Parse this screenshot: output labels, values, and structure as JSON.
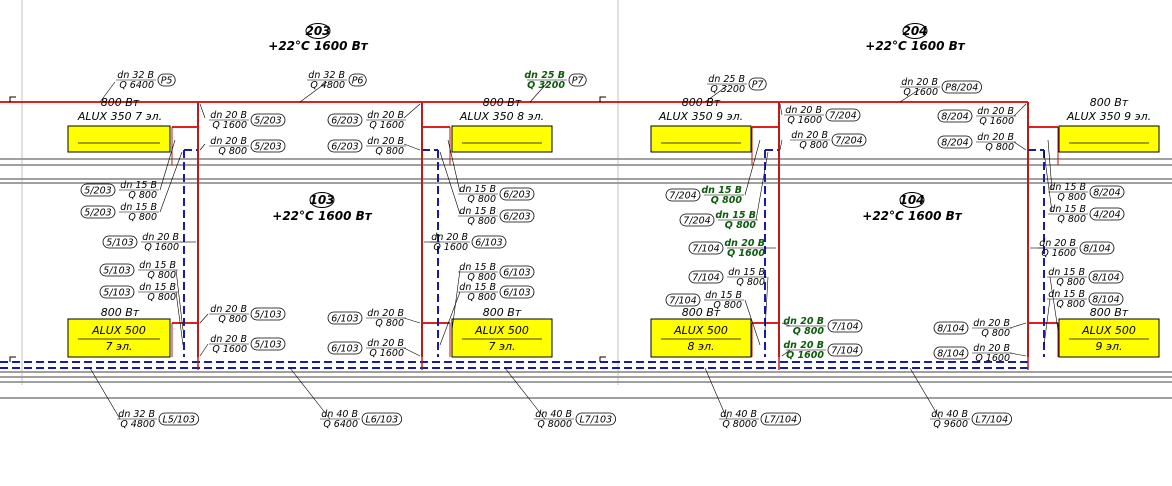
{
  "rooms": [
    {
      "num": "203",
      "spec": "+22°C 1600 Вт"
    },
    {
      "num": "204",
      "spec": "+22°C 1600 Вт"
    },
    {
      "num": "103",
      "spec": "+22°C 1600 Вт"
    },
    {
      "num": "104",
      "spec": "+22°C 1600 Вт"
    }
  ],
  "radiators": [
    {
      "power": "800 Вт",
      "model": "ALUX 350 7 эл.",
      "extra": ""
    },
    {
      "power": "800 Вт",
      "model": "ALUX 350 8 эл.",
      "extra": ""
    },
    {
      "power": "800 Вт",
      "model": "ALUX 350 9 эл.",
      "extra": ""
    },
    {
      "power": "800 Вт",
      "model": "ALUX 350 9 эл.",
      "extra": ""
    },
    {
      "power": "800 Вт",
      "model": "ALUX 500",
      "extra": "7 эл."
    },
    {
      "power": "800 Вт",
      "model": "ALUX 500",
      "extra": "7 эл."
    },
    {
      "power": "800 Вт",
      "model": "ALUX 500",
      "extra": "8 эл."
    },
    {
      "power": "800 Вт",
      "model": "ALUX 500",
      "extra": "9 эл."
    }
  ],
  "pipe_labels": [
    {
      "dn": "dn 32 B",
      "q": "Q 6400",
      "tag": "P5"
    },
    {
      "dn": "dn 32 B",
      "q": "Q 4800",
      "tag": "P6"
    },
    {
      "dn": "dn 25 B",
      "q": "Q 3200",
      "tag": "P7",
      "highlight": true
    },
    {
      "dn": "dn 25 B",
      "q": "Q 3200",
      "tag": "P7"
    },
    {
      "dn": "dn 20 B",
      "q": "Q 1600",
      "tag": "P8/204"
    },
    {
      "dn": "dn 32 B",
      "q": "Q 4800",
      "tag": "L5/103"
    },
    {
      "dn": "dn 40 B",
      "q": "Q 6400",
      "tag": "L6/103"
    },
    {
      "dn": "dn 40 B",
      "q": "Q 8000",
      "tag": "L7/103"
    },
    {
      "dn": "dn 40 B",
      "q": "Q 8000",
      "tag": "L7/104"
    },
    {
      "dn": "dn 40 B",
      "q": "Q 9600",
      "tag": "L7/104"
    }
  ],
  "branch_labels": [
    {
      "dn": "dn 20 B",
      "q": "Q 1600",
      "tag": "5/203"
    },
    {
      "dn": "dn 20 B",
      "q": "Q 800",
      "tag": "5/203"
    },
    {
      "dn": "dn 20 B",
      "q": "Q 1600",
      "tag": "6/203"
    },
    {
      "dn": "dn 20 B",
      "q": "Q 800",
      "tag": "6/203"
    },
    {
      "dn": "dn 15 B",
      "q": "Q 800",
      "tag": "5/203"
    },
    {
      "dn": "dn 15 B",
      "q": "Q 800",
      "tag": "5/203"
    },
    {
      "dn": "dn 15 B",
      "q": "Q 800",
      "tag": "6/203"
    },
    {
      "dn": "dn 15 B",
      "q": "Q 800",
      "tag": "6/203"
    },
    {
      "dn": "dn 20 B",
      "q": "Q 1600",
      "tag": "5/103"
    },
    {
      "dn": "dn 15 B",
      "q": "Q 800",
      "tag": "5/103"
    },
    {
      "dn": "dn 15 B",
      "q": "Q 800",
      "tag": "5/103"
    },
    {
      "dn": "dn 20 B",
      "q": "Q 1600",
      "tag": "6/103"
    },
    {
      "dn": "dn 15 B",
      "q": "Q 800",
      "tag": "6/103"
    },
    {
      "dn": "dn 15 B",
      "q": "Q 800",
      "tag": "6/103"
    },
    {
      "dn": "dn 20 B",
      "q": "Q 800",
      "tag": "5/103"
    },
    {
      "dn": "dn 20 B",
      "q": "Q 1600",
      "tag": "5/103"
    },
    {
      "dn": "dn 20 B",
      "q": "Q 800",
      "tag": "6/103"
    },
    {
      "dn": "dn 20 B",
      "q": "Q 1600",
      "tag": "6/103"
    },
    {
      "dn": "dn 20 B",
      "q": "Q 1600",
      "tag": "7/204"
    },
    {
      "dn": "dn 20 B",
      "q": "Q 800",
      "tag": "7/204"
    },
    {
      "dn": "dn 20 B",
      "q": "Q 1600",
      "tag": "8/204"
    },
    {
      "dn": "dn 20 B",
      "q": "Q 800",
      "tag": "8/204"
    },
    {
      "dn": "dn 15 B",
      "q": "Q 800",
      "tag": "7/204"
    },
    {
      "dn": "dn 15 B",
      "q": "Q 800",
      "tag": "7/204"
    },
    {
      "dn": "dn 15 B",
      "q": "Q 800",
      "tag": "8/204"
    },
    {
      "dn": "dn 15 B",
      "q": "Q 800",
      "tag": "4/204"
    },
    {
      "dn": "dn 20 B",
      "q": "Q 1600",
      "tag": "7/104"
    },
    {
      "dn": "dn 15 B",
      "q": "Q 800",
      "tag": "7/104"
    },
    {
      "dn": "dn 15 B",
      "q": "Q 800",
      "tag": "7/104"
    },
    {
      "dn": "dn 20 B",
      "q": "Q 1600",
      "tag": "8/104"
    },
    {
      "dn": "dn 15 B",
      "q": "Q 800",
      "tag": "8/104"
    },
    {
      "dn": "dn 15 B",
      "q": "Q 800",
      "tag": "8/104"
    },
    {
      "dn": "dn 20 B",
      "q": "Q 800",
      "tag": "7/104"
    },
    {
      "dn": "dn 20 B",
      "q": "Q 1600",
      "tag": "7/104"
    },
    {
      "dn": "dn 20 B",
      "q": "Q 800",
      "tag": "8/104"
    },
    {
      "dn": "dn 20 B",
      "q": "Q 1600",
      "tag": "8/104"
    }
  ],
  "colors": {
    "supply": "#e02020",
    "return": "#1a1aa8",
    "radiator_fill": "#ffff00",
    "wall": "#000000",
    "riser": "#b01818",
    "highlight_text": "#0a5c0a"
  }
}
